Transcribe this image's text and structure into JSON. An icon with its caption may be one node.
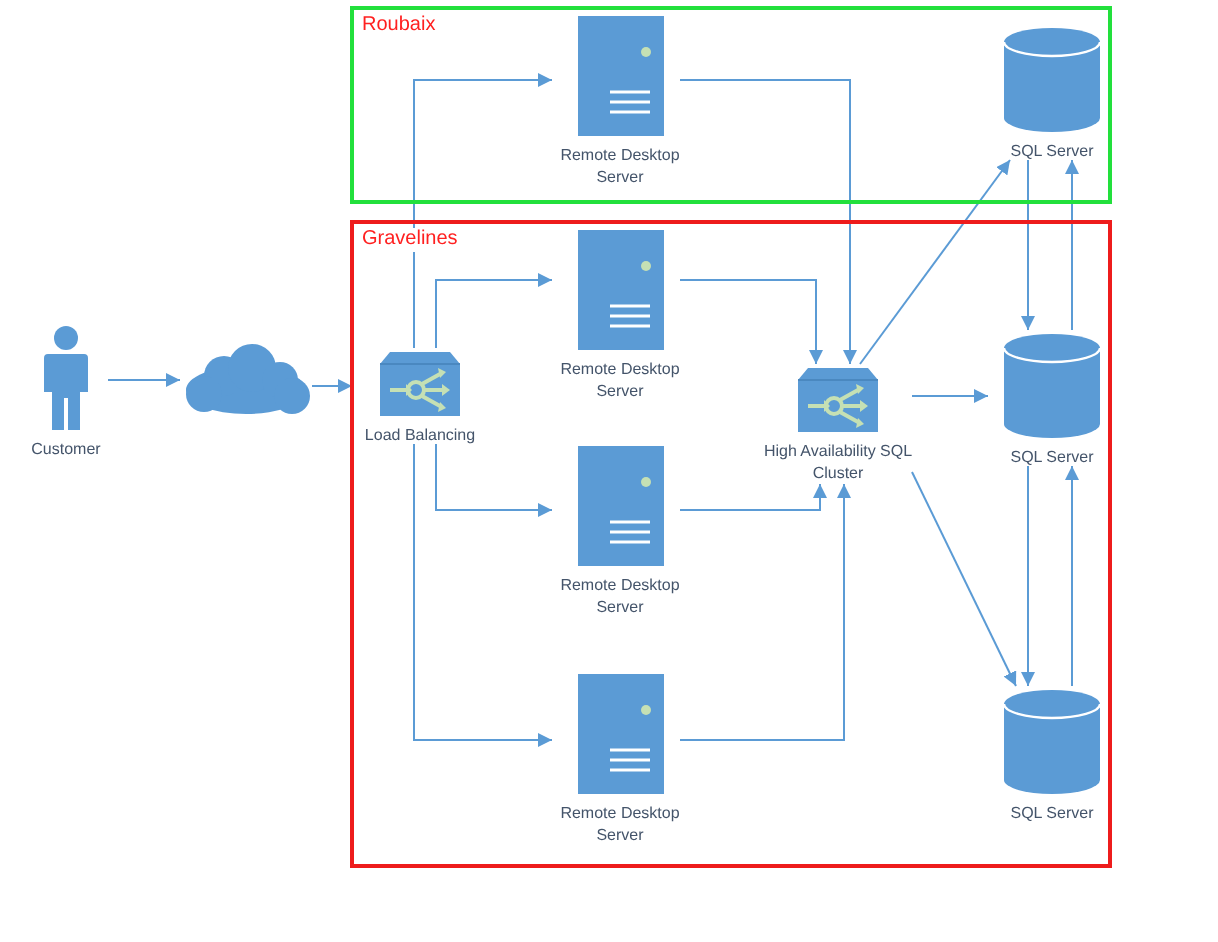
{
  "diagram": {
    "nodes": [
      {
        "text": [
          "Roubaix"
        ]
      },
      {
        "text": [
          "Gravelines"
        ]
      },
      {
        "text": [
          "Customer"
        ]
      },
      {
        "text": [],
        "shape": "cloud"
      },
      {
        "text": [
          "Load Balancing"
        ],
        "in": 1
      },
      {
        "text": [
          "Remote Desktop Server"
        ],
        "in": 0
      },
      {
        "text": [
          "SQL Server"
        ],
        "in": 0
      },
      {
        "text": [
          "Remote Desktop Server"
        ],
        "in": 1
      },
      {
        "text": [
          "Remote Desktop Server"
        ],
        "in": 1
      },
      {
        "text": [
          "Remote Desktop Server"
        ],
        "in": 1
      },
      {
        "text": [
          "High Availability SQL Cluster"
        ],
        "in": 1
      },
      {
        "text": [
          "SQL Server"
        ],
        "in": 1
      },
      {
        "text": [
          "SQL Server"
        ],
        "in": 1
      }
    ],
    "edges": [
      {
        "from": 2,
        "to": 3,
        "arrow": "to"
      },
      {
        "from": 3,
        "to": 4,
        "arrow": "to"
      },
      {
        "from": 4,
        "to": 5,
        "arrow": "to"
      },
      {
        "from": 4,
        "to": 7,
        "arrow": "to"
      },
      {
        "from": 4,
        "to": 8,
        "arrow": "to"
      },
      {
        "from": 4,
        "to": 9,
        "arrow": "to"
      },
      {
        "from": 5,
        "to": 10,
        "arrow": "to"
      },
      {
        "from": 7,
        "to": 10,
        "arrow": "to"
      },
      {
        "from": 8,
        "to": 10,
        "arrow": "to"
      },
      {
        "from": 9,
        "to": 10,
        "arrow": "to"
      },
      {
        "from": 10,
        "to": 6,
        "arrow": "to"
      },
      {
        "from": 10,
        "to": 11,
        "arrow": "to"
      },
      {
        "from": 10,
        "to": 12,
        "arrow": "to"
      },
      {
        "from": 6,
        "to": 11,
        "arrow": "to"
      },
      {
        "from": 11,
        "to": 6,
        "arrow": "to"
      },
      {
        "from": 11,
        "to": 12,
        "arrow": "to"
      },
      {
        "from": 12,
        "to": 11,
        "arrow": "to"
      }
    ]
  }
}
